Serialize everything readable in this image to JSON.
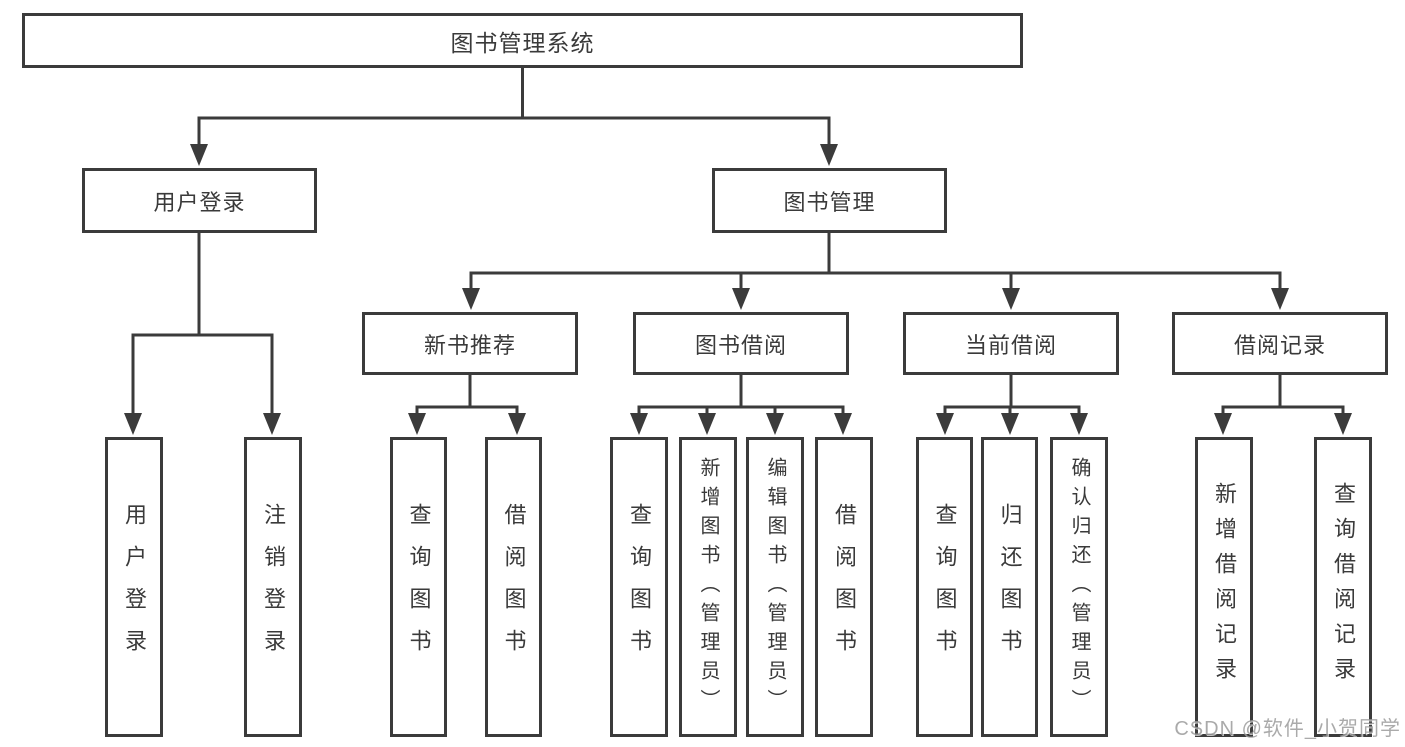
{
  "diagram_title": "图书管理系统",
  "nodes": {
    "root": "图书管理系统",
    "user_login": "用户登录",
    "book_management": "图书管理",
    "new_book_rec": "新书推荐",
    "book_borrowing": "图书借阅",
    "current_borrowing": "当前借阅",
    "borrowing_records": "借阅记录",
    "user_login_leaf": "用户登录",
    "logout_leaf": "注销登录",
    "rec_query_books": "查询图书",
    "rec_borrow_books": "借阅图书",
    "bb_query_books": "查询图书",
    "bb_add_books": "新增图书（管理员）",
    "bb_edit_books": "编辑图书（管理员）",
    "bb_borrow_books": "借阅图书",
    "cb_query_books": "查询图书",
    "cb_return_books": "归还图书",
    "cb_confirm_return": "确认归还（管理员）",
    "br_add_record": "新增借阅记录",
    "br_query_record": "查询借阅记录"
  },
  "watermark": "CSDN @软件_小贺同学",
  "colors": {
    "line": "#3b3b3b",
    "text": "#3a3a3a",
    "box_fill": "#ffffff",
    "background": "#ffffff",
    "watermark": "#9c9c9c"
  }
}
